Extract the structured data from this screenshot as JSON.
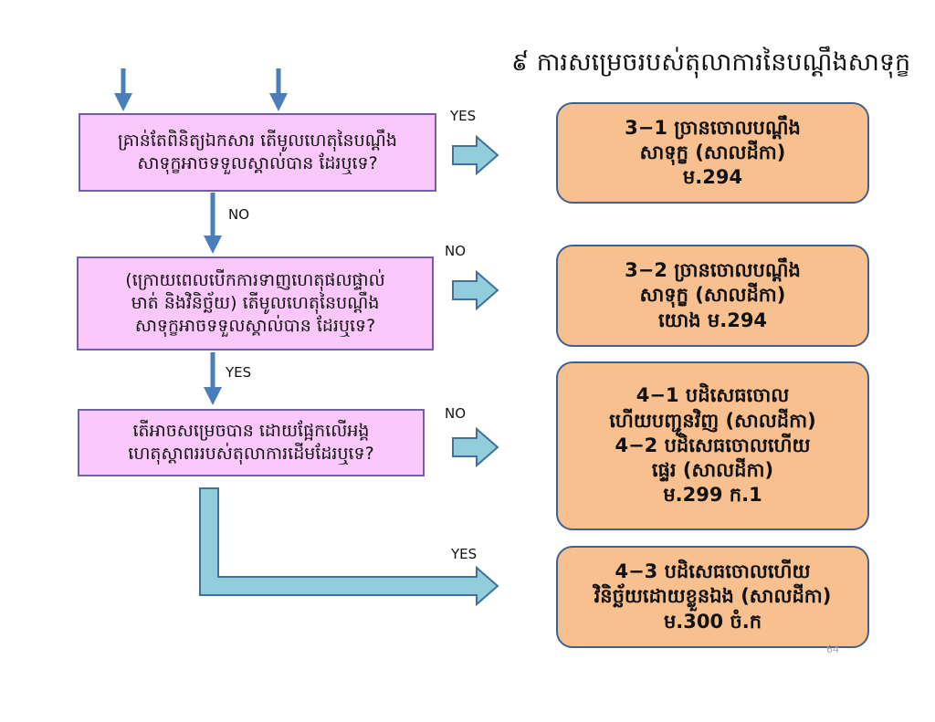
{
  "title": "៩  ការសម្រេចរបស់តុលាការនៃបណ្ដឹងសាទុក្ខ",
  "questions": [
    {
      "lines": [
        "គ្រាន់តែពិនិត្យឯកសារ តើមូលហេតុនៃបណ្ដឹង",
        "សាទុក្ខអាចទទួលស្គាល់បាន ដែរឬទេ?"
      ]
    },
    {
      "lines": [
        "(ក្រោយពេលបើកការទាញហេតុផលផ្ទាល់",
        "មាត់ និងវិនិច្ឆ័យ) តើមូលហេតុនៃបណ្ដឹង",
        "សាទុក្ខអាចទទួលស្គាល់បាន ដែរឬទេ?"
      ]
    },
    {
      "lines": [
        "តើអាចសម្រេចបាន ដោយផ្អែកលើអង្គ",
        "ហេតុស្ដាពររបស់តុលាការដើមដែរឬទេ?"
      ]
    }
  ],
  "results": [
    {
      "lines": [
        "3−1  ច្រានចោលបណ្ដឹង",
        "សាទុក្ខ (សាលដីកា)",
        "ម.294"
      ]
    },
    {
      "lines": [
        "3−2  ច្រានចោលបណ្ដឹង",
        "សាទុក្ខ (សាលដីកា)",
        "យោង ម.294"
      ]
    },
    {
      "lines": [
        "4−1  បដិសេធចោល",
        "ហើយបញ្ជូនវិញ (សាលដីកា)",
        "4−2  បដិសេធចោលហើយ",
        "ផ្ទេរ (សាលដីកា)",
        "ម.299 ក.1"
      ]
    },
    {
      "lines": [
        "4−3 បដិសេធចោលហើយ",
        "វិនិច្ឆ័យដោយខ្លួនឯង (សាលដីកា)",
        "ម.300 ចំ.ក"
      ]
    }
  ],
  "labels": {
    "yes1": "YES",
    "no_down": "NO",
    "no1": "NO",
    "yes_down": "YES",
    "no2": "NO",
    "yes2": "YES"
  },
  "page_number": "64",
  "colors": {
    "question_fill": "#fbc8fb",
    "result_fill": "#f8c08f",
    "arrow_blue": "#4a7ebb",
    "block_arrow": "#92cddc"
  }
}
